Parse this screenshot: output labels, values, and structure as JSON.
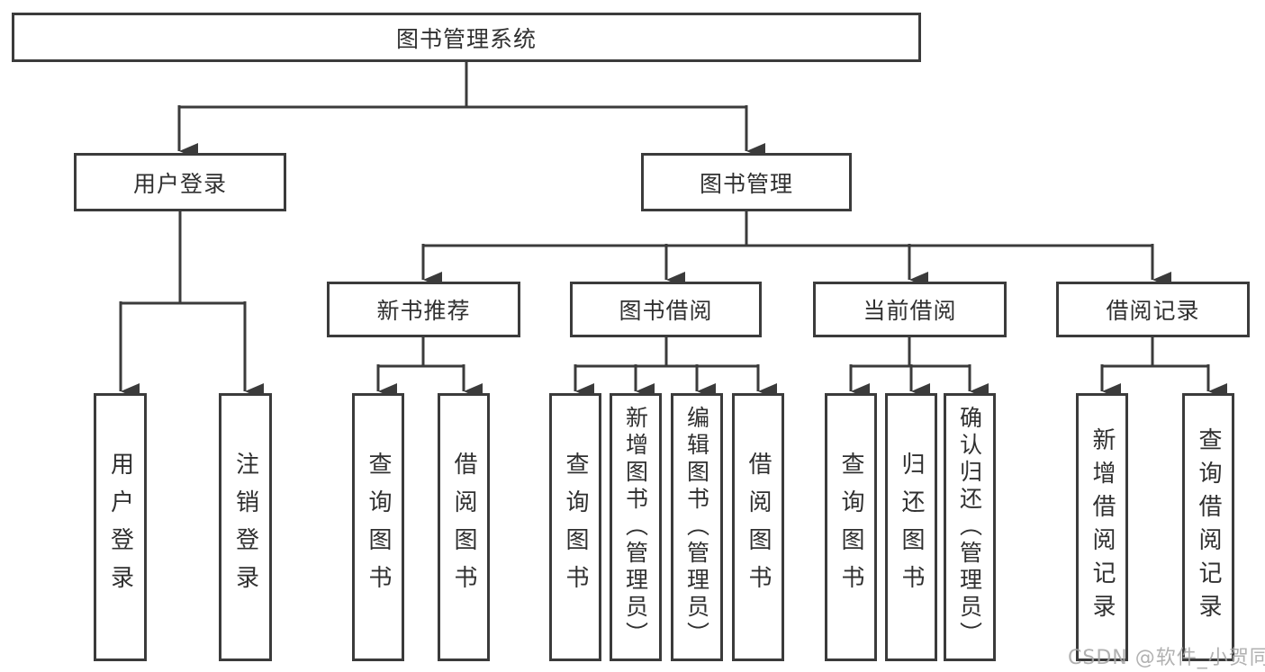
{
  "diagram": {
    "root": "图书管理系统",
    "level2": [
      "用户登录",
      "图书管理"
    ],
    "level3": [
      "新书推荐",
      "图书借阅",
      "当前借阅",
      "借阅记录"
    ],
    "leaves": {
      "login": [
        "用户登录",
        "注销登录"
      ],
      "recommend": [
        "查询图书",
        "借阅图书"
      ],
      "borrow": [
        "查询图书",
        "新增图书（管理员）",
        "编辑图书（管理员）",
        "借阅图书"
      ],
      "current": [
        "查询图书",
        "归还图书",
        "确认归还（管理员）"
      ],
      "records": [
        "新增借阅记录",
        "查询借阅记录"
      ]
    },
    "line_color": "#3b3b3b"
  },
  "watermark": "CSDN @软件_小贺同学"
}
